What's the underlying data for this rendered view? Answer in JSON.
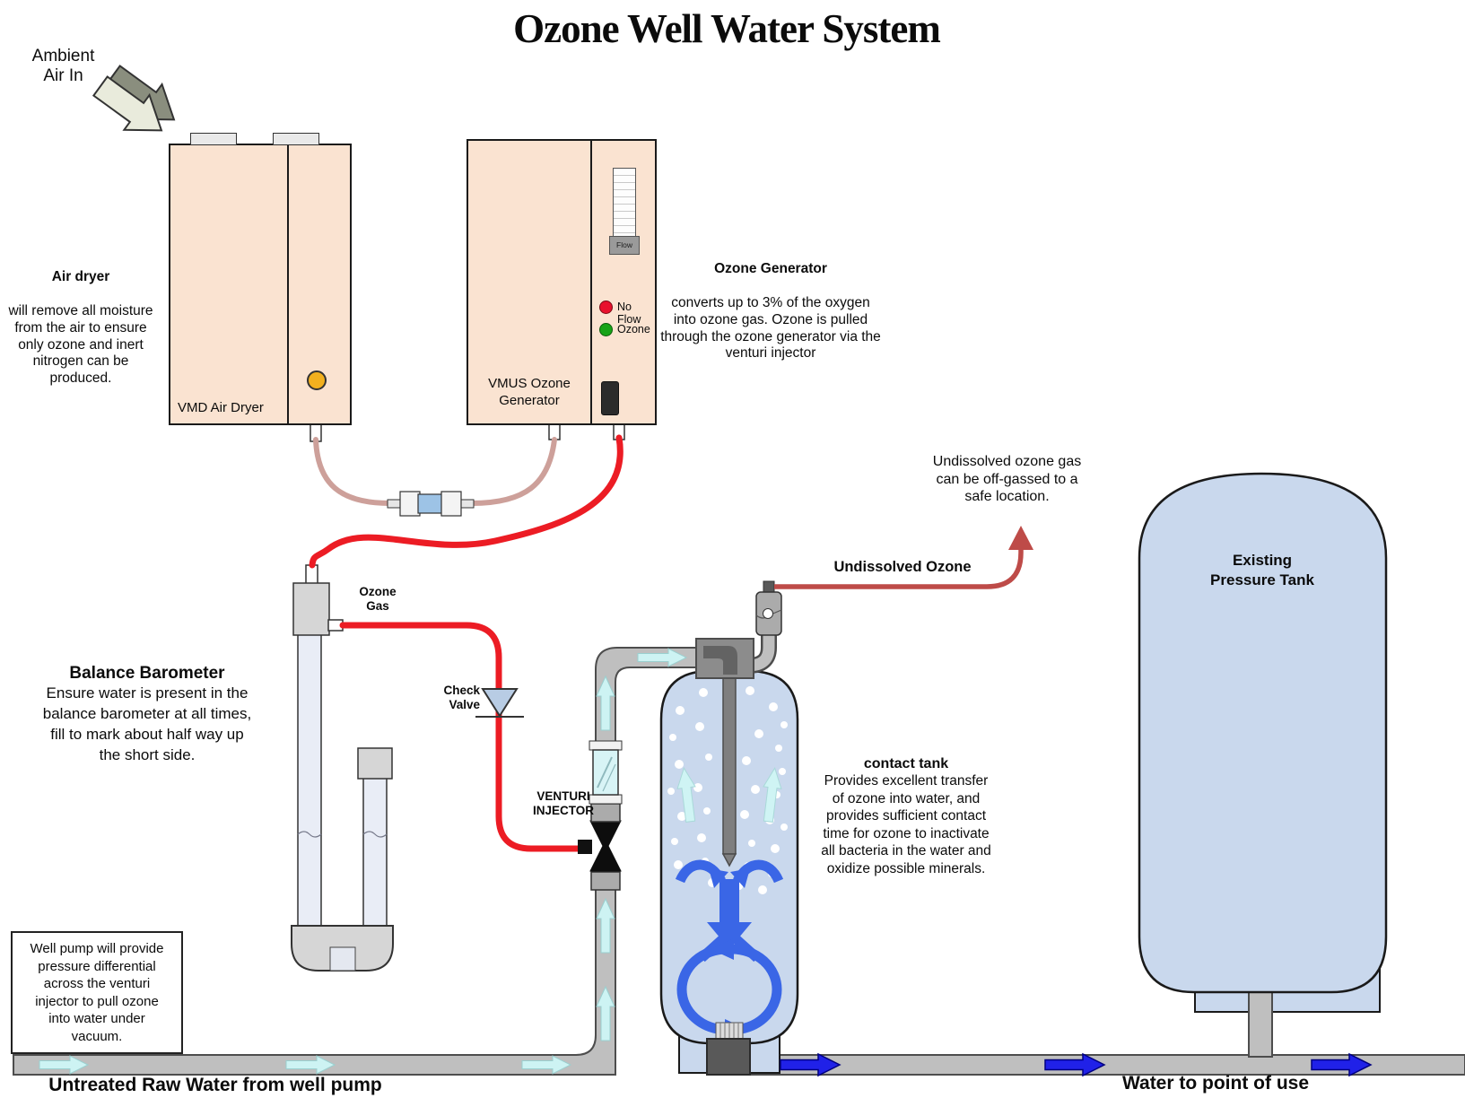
{
  "title": "Ozone Well Water System",
  "labels": {
    "ambient_air": "Ambient\nAir In",
    "air_dryer_unit": "VMD Air Dryer",
    "ozone_gen_unit": "VMUS Ozone\nGenerator",
    "flow_meter": "Flow",
    "led_no_flow": "No Flow",
    "led_ozone": "Ozone",
    "ozone_gas": "Ozone\nGas",
    "check_valve": "Check\nValve",
    "venturi_injector": "VENTURI\nINJECTOR",
    "undissolved_ozone": "Undissolved Ozone",
    "pressure_tank": "Existing\nPressure Tank",
    "raw_water_pipe": "Untreated Raw Water from well pump",
    "point_of_use_pipe": "Water to point of use"
  },
  "notes": {
    "air_dryer_heading": "Air dryer",
    "air_dryer_body": "will remove all moisture\nfrom the air to ensure\nonly ozone and inert\nnitrogen can be\nproduced.",
    "ozone_generator_heading": "Ozone Generator",
    "ozone_generator_body": "converts up to 3% of the oxygen\ninto ozone gas.  Ozone is pulled\nthrough the ozone generator via the\nventuri injector",
    "offgas": "Undissolved ozone gas\ncan be off-gassed to a\nsafe location.",
    "balance_barometer_heading": "Balance Barometer",
    "balance_barometer_body": "Ensure water is present in the\nbalance barometer at all times,\nfill to mark about half way up\nthe short side.",
    "contact_tank_heading": "contact tank",
    "contact_tank_body": "Provides excellent transfer\nof ozone into water, and\nprovides sufficient contact\ntime for ozone to inactivate\nall bacteria in the water and\noxidize possible minerals.",
    "well_pump": "Well pump will provide\npressure differential\nacross the venturi\ninjector to pull ozone\ninto water under\nvacuum."
  },
  "colors": {
    "unit_fill": "#FAE3D1",
    "tank_fill": "#C9D8ED",
    "tube_red": "#EC1C24",
    "tube_air": "#CDA09A",
    "offgas_line": "#BE4B48",
    "pipe_gray": "#BFBFBF",
    "flow_blue": "#3A66E6",
    "arrow_blue": "#2021E8",
    "arrow_cyan": "#CDF3F3",
    "led_red": "#E8112D",
    "led_green": "#17A317",
    "indicator_yellow": "#F2B01E",
    "check_valve_blue": "#B8CCE4"
  }
}
